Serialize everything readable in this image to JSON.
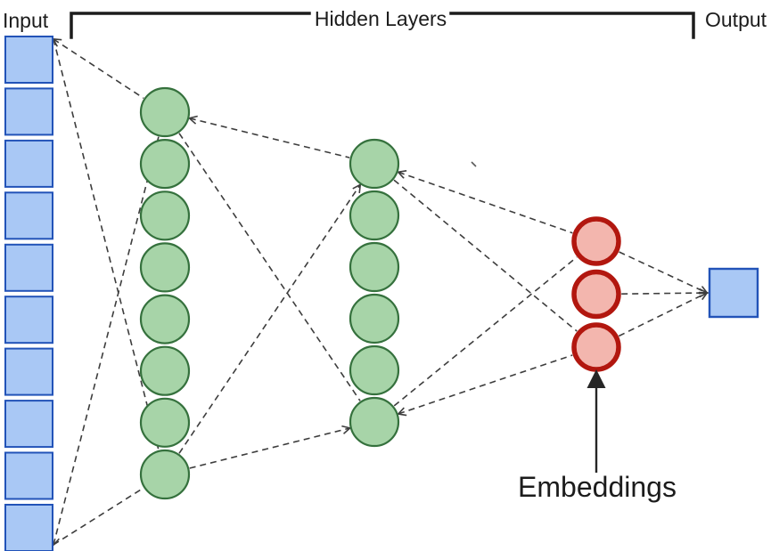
{
  "labels": {
    "input": "Input",
    "hidden_layers": "Hidden Layers",
    "output": "Output",
    "embeddings": "Embeddings"
  },
  "colors": {
    "text": "#1c1c1c",
    "bracket": "#1c1c1c",
    "connector": "#3d3d3d",
    "annotation_arrow": "#262626",
    "input_fill": "#a9c8f5",
    "input_stroke": "#2253b8",
    "hidden_fill": "#a7d4a8",
    "hidden_stroke": "#35713d",
    "embedding_fill": "#f3b6ae",
    "embedding_stroke": "#b2170f",
    "output_fill": "#a9c8f5",
    "output_stroke": "#2253b8"
  },
  "diagram": {
    "layers": [
      {
        "id": "input",
        "role": "input-layer",
        "shape": "square",
        "count": 10,
        "fill": "#a9c8f5",
        "stroke": "#2253b8",
        "stroke_width": 2
      },
      {
        "id": "hidden1",
        "role": "hidden-layer-1",
        "shape": "circle",
        "count": 8,
        "fill": "#a7d4a8",
        "stroke": "#35713d",
        "stroke_width": 2.2
      },
      {
        "id": "hidden2",
        "role": "hidden-layer-2",
        "shape": "circle",
        "count": 6,
        "fill": "#a7d4a8",
        "stroke": "#35713d",
        "stroke_width": 2.2
      },
      {
        "id": "embeddings",
        "role": "embedding-layer",
        "shape": "circle",
        "count": 3,
        "fill": "#f3b6ae",
        "stroke": "#b2170f",
        "stroke_width": 5.5
      },
      {
        "id": "output",
        "role": "output-layer",
        "shape": "square",
        "count": 1,
        "fill": "#a9c8f5",
        "stroke": "#2253b8",
        "stroke_width": 2.4
      }
    ],
    "connections": [
      {
        "from": "input.0",
        "to": "hidden1.0",
        "arrow": "from"
      },
      {
        "from": "input.0",
        "to": "hidden1.7",
        "arrow": "none"
      },
      {
        "from": "input.9",
        "to": "hidden1.0",
        "arrow": "from"
      },
      {
        "from": "input.9",
        "to": "hidden1.7",
        "arrow": "none"
      },
      {
        "from": "hidden1.0",
        "to": "hidden2.0",
        "arrow": "from"
      },
      {
        "from": "hidden1.0",
        "to": "hidden2.5",
        "arrow": "none"
      },
      {
        "from": "hidden1.7",
        "to": "hidden2.0",
        "arrow": "to"
      },
      {
        "from": "hidden1.7",
        "to": "hidden2.5",
        "arrow": "to"
      },
      {
        "from": "hidden2.0",
        "to": "embeddings.0",
        "arrow": "from"
      },
      {
        "from": "hidden2.0",
        "to": "embeddings.2",
        "arrow": "none"
      },
      {
        "from": "hidden2.5",
        "to": "embeddings.0",
        "arrow": "none"
      },
      {
        "from": "hidden2.5",
        "to": "embeddings.2",
        "arrow": "from"
      },
      {
        "from": "embeddings.0",
        "to": "output.0",
        "arrow": "to"
      },
      {
        "from": "embeddings.1",
        "to": "output.0",
        "arrow": "to"
      },
      {
        "from": "embeddings.2",
        "to": "output.0",
        "arrow": "to"
      }
    ]
  }
}
